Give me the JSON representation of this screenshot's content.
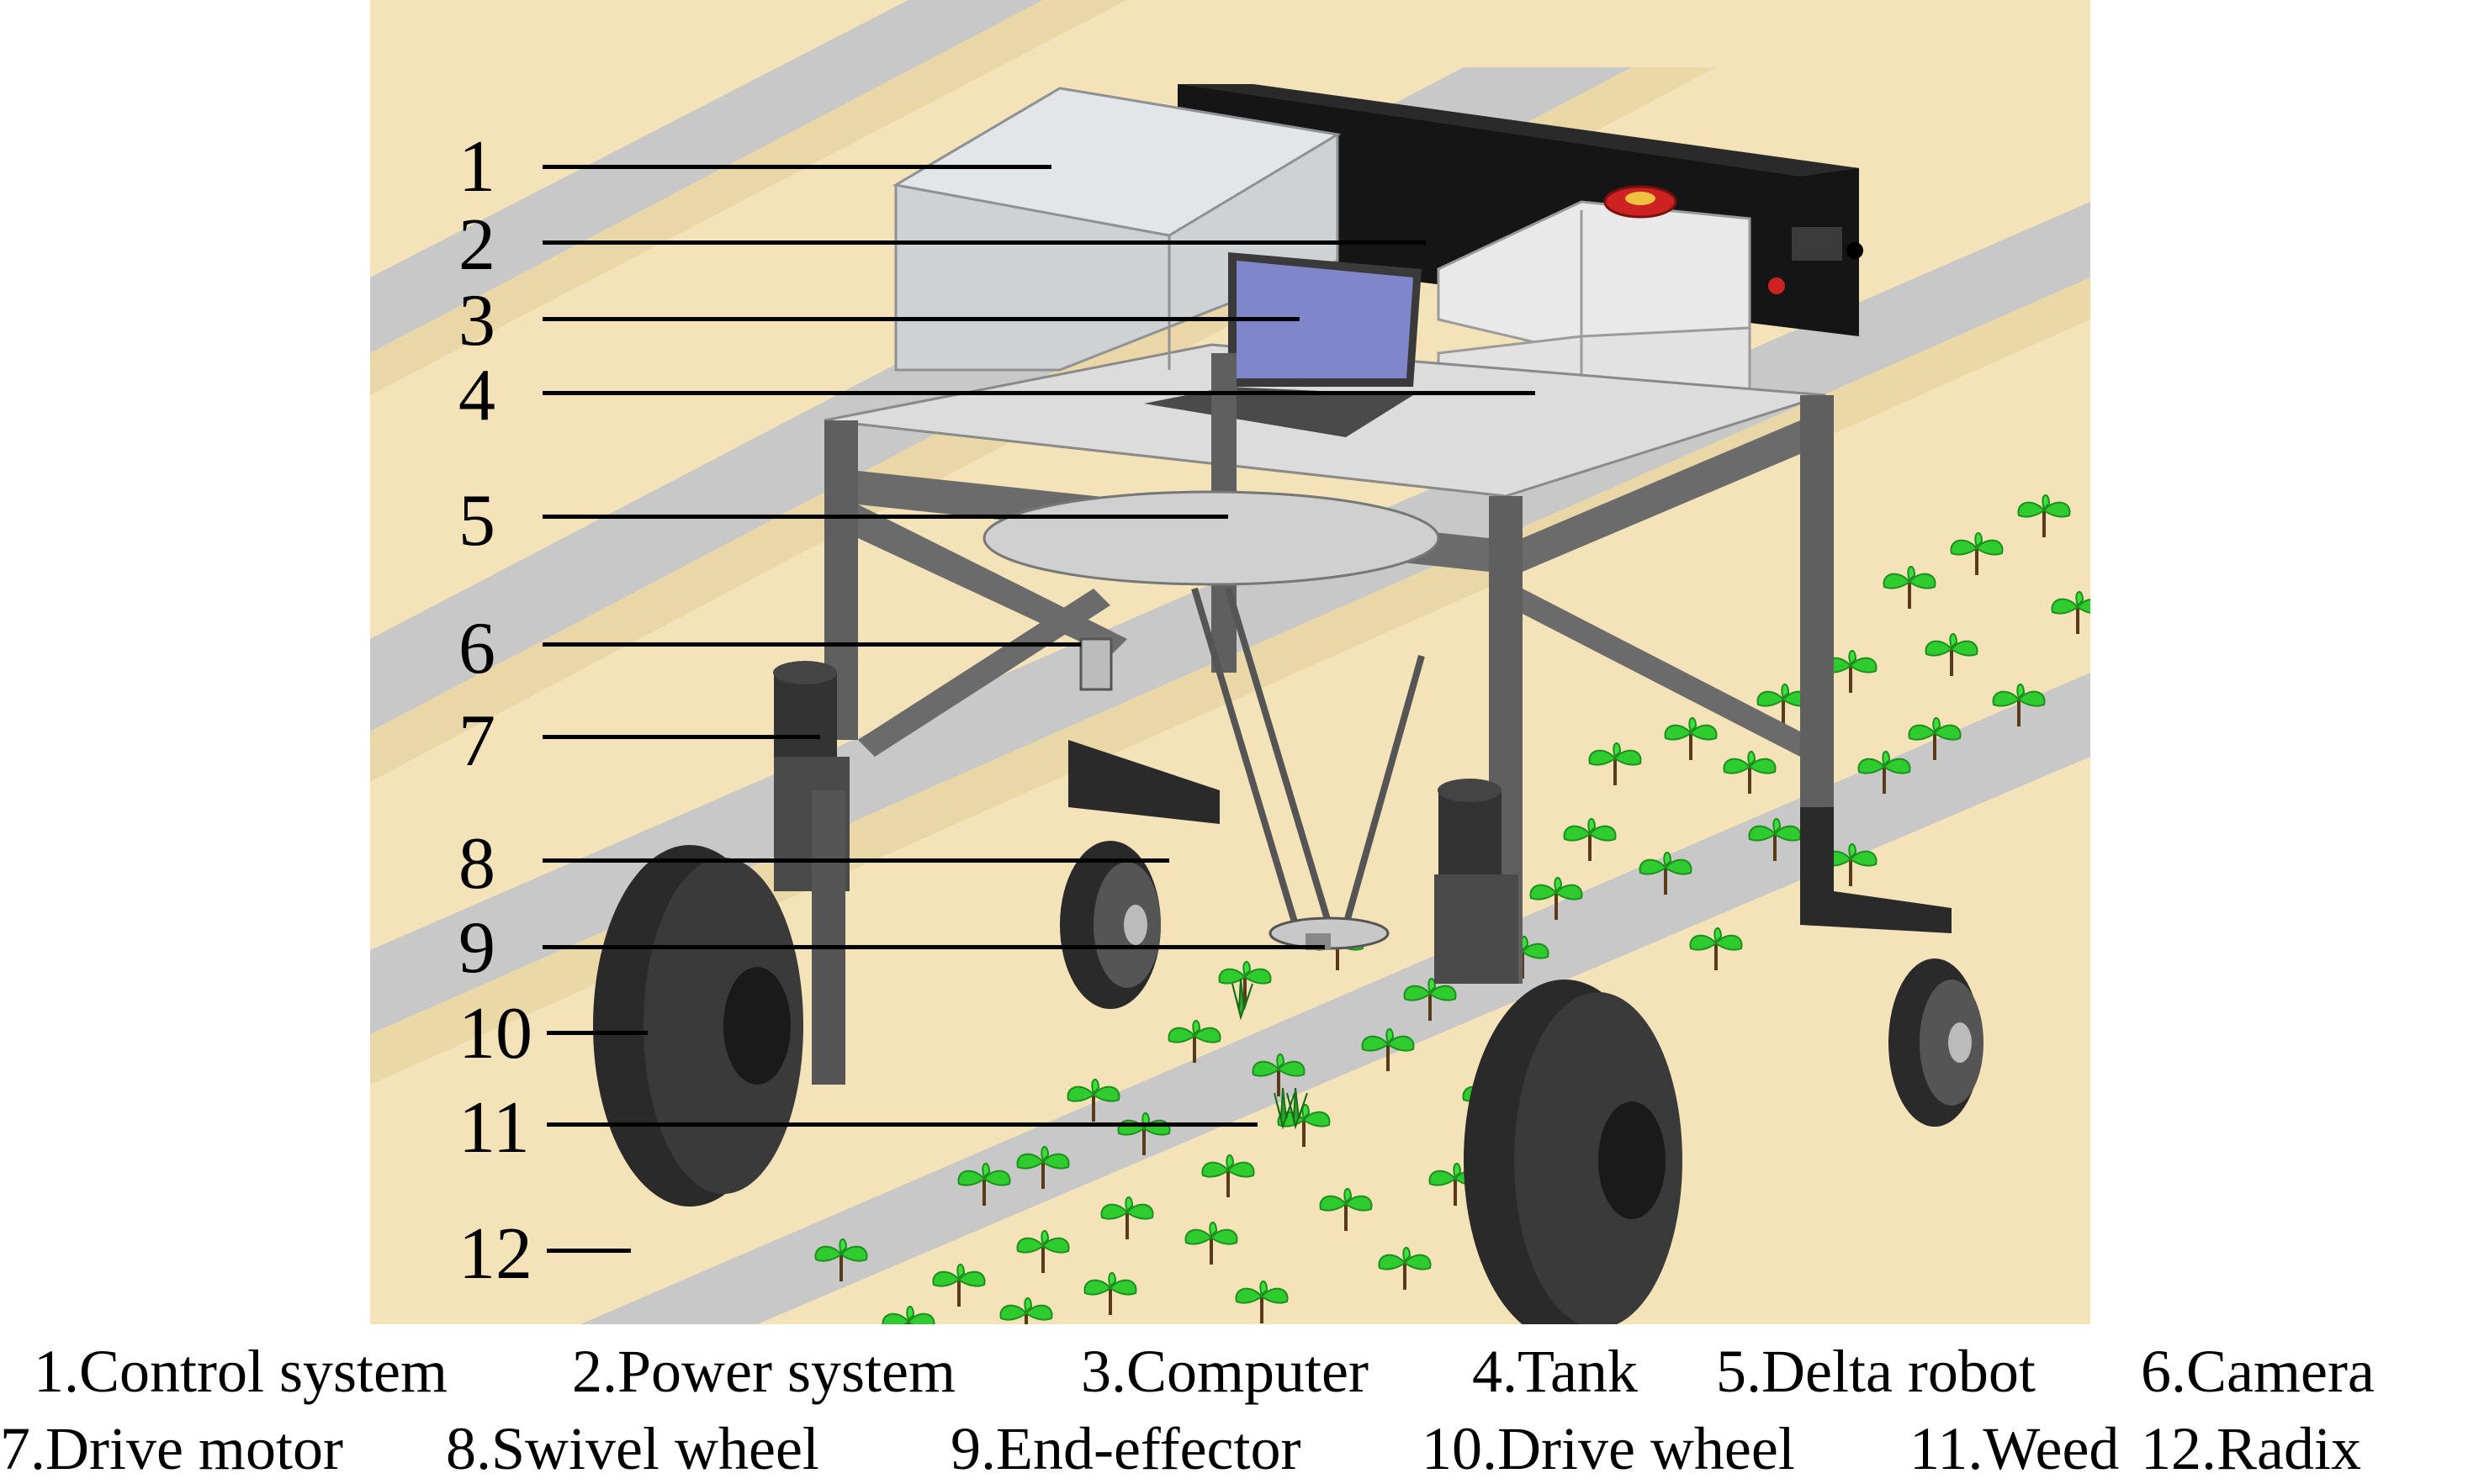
{
  "labels": [
    "1",
    "2",
    "3",
    "4",
    "5",
    "6",
    "7",
    "8",
    "9",
    "10",
    "11",
    "12"
  ],
  "legend": {
    "line1": [
      "1.Control system",
      "2.Power system",
      "3.Computer",
      "4.Tank",
      "5.Delta robot",
      "6.Camera"
    ],
    "line2": [
      "7.Drive motor",
      "8.Swivel wheel",
      "9.End-effector",
      "10.Drive wheel",
      "11.Weed",
      "12.Radix"
    ]
  },
  "colors": {
    "ground": "#f4e3b8",
    "furrow": "#c9c9c9",
    "frame": "#666666",
    "tire": "#2b2b2b",
    "plant": "#2ecc2e",
    "control_box": "#d9dbdd",
    "screen": "#7f86c9"
  }
}
